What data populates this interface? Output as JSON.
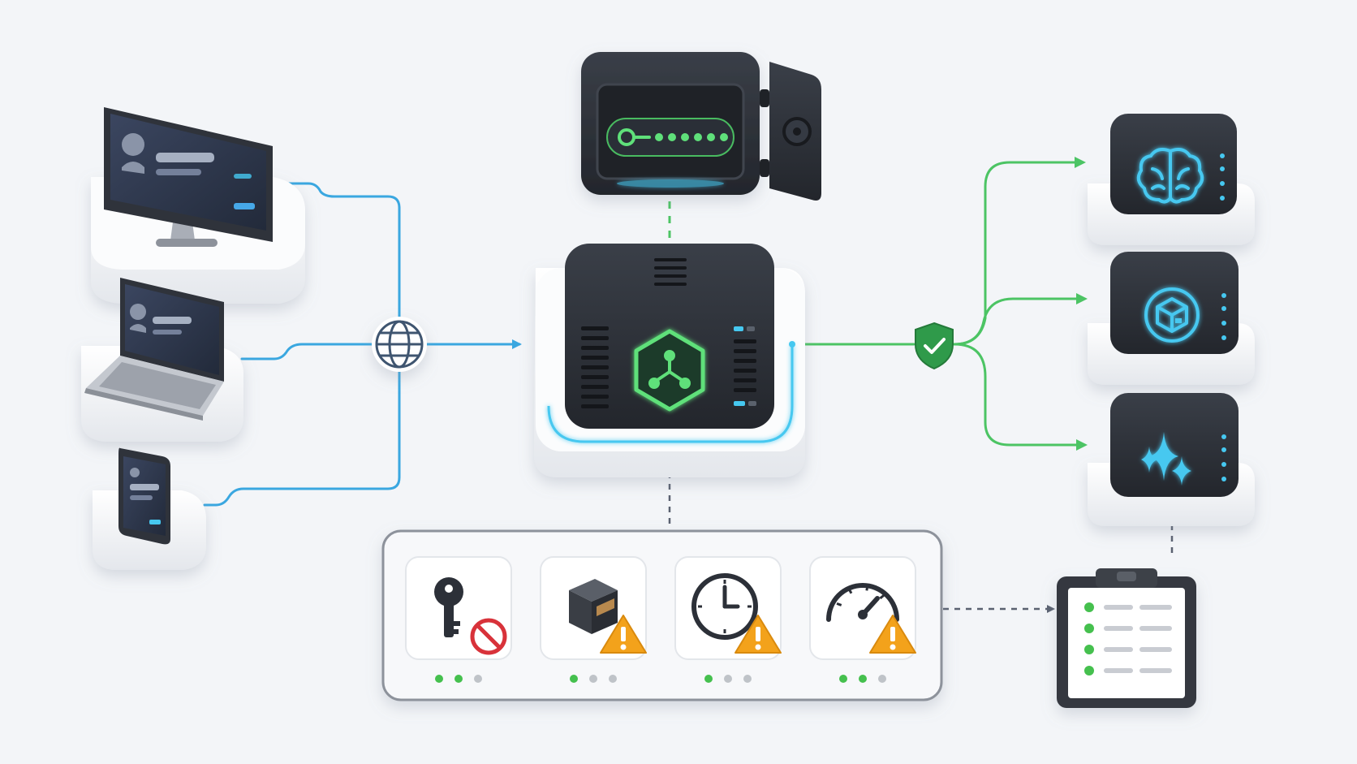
{
  "colors": {
    "background": "#f3f5f8",
    "client_link": "#3aa7e0",
    "service_link": "#4cc464",
    "vault_link": "#4cc464",
    "device_dark": "#2c3038",
    "screen_glow": "#46c8f0",
    "gateway_glow": "#5fe07a",
    "warning": "#f3a21b",
    "blocked": "#d8323a",
    "status_on": "#45c04e",
    "status_off": "#bfc3c8"
  },
  "clients": [
    {
      "kind": "desktop",
      "icon": "desktop-monitor-icon"
    },
    {
      "kind": "laptop",
      "icon": "laptop-icon"
    },
    {
      "kind": "phone",
      "icon": "smartphone-icon"
    }
  ],
  "network": {
    "icon": "globe-icon"
  },
  "vault": {
    "icon": "key-safe-icon",
    "secret_dots": 6
  },
  "gateway": {
    "icon": "hexagon-hub-icon"
  },
  "security": {
    "icon": "shield-check-icon"
  },
  "services": [
    {
      "icon": "brain-icon"
    },
    {
      "icon": "cube-circle-icon"
    },
    {
      "icon": "sparkles-icon"
    }
  ],
  "policy_panel": {
    "items": [
      {
        "icon": "key-icon",
        "badge": "blocked-badge-icon",
        "dots_active": 2,
        "dots_total": 3
      },
      {
        "icon": "box-icon",
        "badge": "warning-badge-icon",
        "dots_active": 1,
        "dots_total": 3
      },
      {
        "icon": "clock-icon",
        "badge": "warning-badge-icon",
        "dots_active": 1,
        "dots_total": 3
      },
      {
        "icon": "gauge-icon",
        "badge": "warning-badge-icon",
        "dots_active": 2,
        "dots_total": 3
      }
    ]
  },
  "audit_log": {
    "icon": "clipboard-checklist-icon",
    "rows": 4
  }
}
